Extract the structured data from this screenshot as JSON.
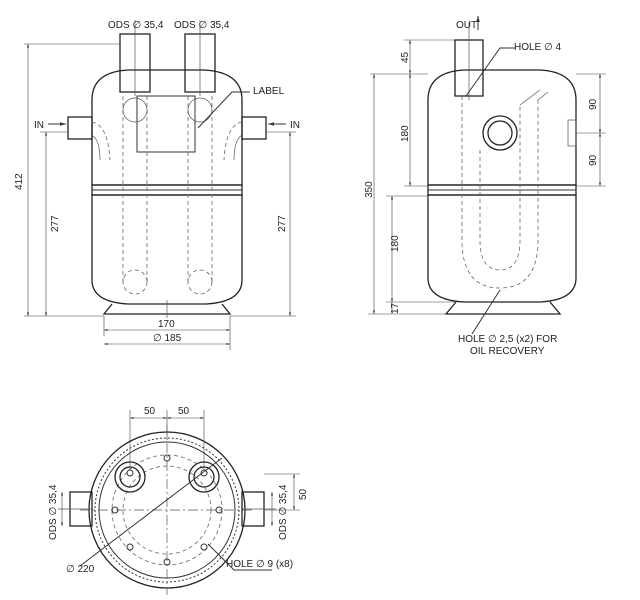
{
  "labels": {
    "ods_left": "ODS ∅ 35,4",
    "ods_right": "ODS ∅ 35,4",
    "label_callout": "LABEL",
    "in_left": "IN",
    "in_right": "IN",
    "dim_412": "412",
    "dim_277_left": "277",
    "dim_277_right": "277",
    "dim_170": "170",
    "dim_185": "∅ 185",
    "out": "OUT",
    "hole_4": "HOLE ∅ 4",
    "dim_45": "45",
    "dim_90_top": "90",
    "dim_90_bottom": "90",
    "dim_180_top": "180",
    "dim_350": "350",
    "dim_180_bottom": "180",
    "dim_17": "17",
    "oil_hole_line1": "HOLE ∅ 2,5 (x2) FOR",
    "oil_hole_line2": "OIL RECOVERY",
    "dim_50_left": "50",
    "dim_50_right": "50",
    "ods_bottom_left": "ODS ∅ 35,4",
    "ods_bottom_right": "ODS ∅ 35,4",
    "dim_50_side": "50",
    "dim_220": "∅ 220",
    "hole_9": "HOLE ∅ 9 (x8)"
  },
  "colors": {
    "line": "#333333",
    "background": "#ffffff"
  }
}
